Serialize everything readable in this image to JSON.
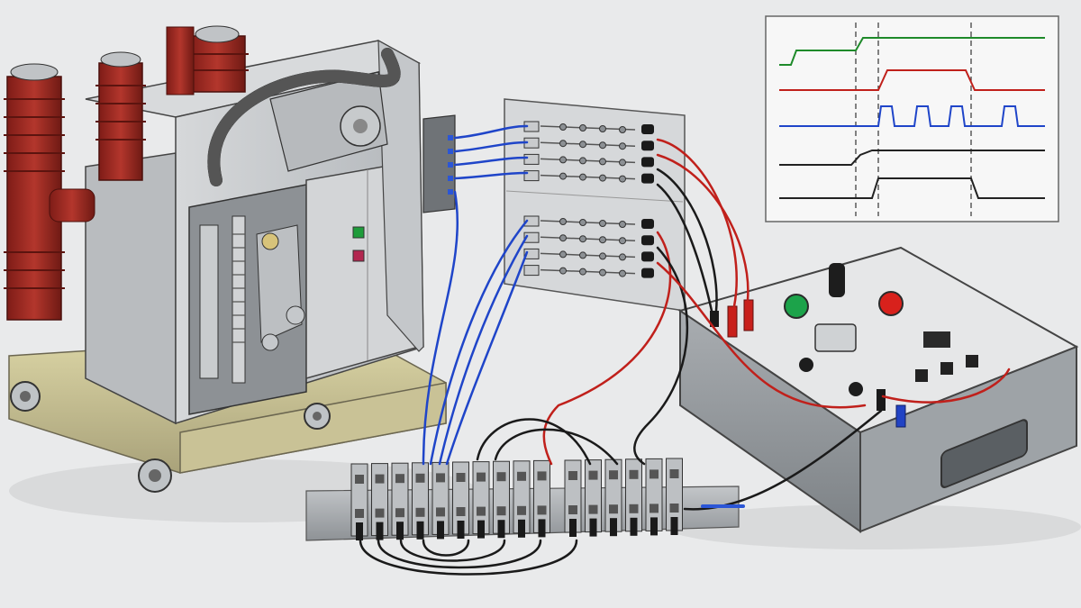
{
  "scene": {
    "subject": "",
    "colors": {
      "background": "#e9eaeb",
      "insulator_red": "#9c2a22",
      "steel": "#c6c9cc",
      "wire_blue": "#1f45c9",
      "wire_red": "#c0201b",
      "wire_black": "#1a1a1a",
      "button_green": "#1ca34a",
      "button_red": "#d8211c"
    }
  },
  "circuit_breaker": {
    "poles": 3,
    "indicators": [
      "green-indicator",
      "red-indicator"
    ]
  },
  "terminal_panel": {
    "blocks": 2,
    "rows_per_block": 4
  },
  "din_rail": {
    "terminal_count": 16
  },
  "test_set": {
    "buttons": [
      {
        "name": "start",
        "color": "#1ca34a"
      },
      {
        "name": "stop",
        "color": "#d8211c"
      }
    ],
    "display": "lcd-display"
  },
  "timing_chart": {
    "traces": [
      {
        "name": "trace-green",
        "color": "#1e8a2a",
        "type": "step-up"
      },
      {
        "name": "trace-red",
        "color": "#c0201b",
        "type": "pulse"
      },
      {
        "name": "trace-blue",
        "color": "#1f45c9",
        "type": "pulse-train"
      },
      {
        "name": "trace-black-1",
        "color": "#222222",
        "type": "ramp-up"
      },
      {
        "name": "trace-black-2",
        "color": "#222222",
        "type": "pulse"
      }
    ],
    "markers": 3
  }
}
